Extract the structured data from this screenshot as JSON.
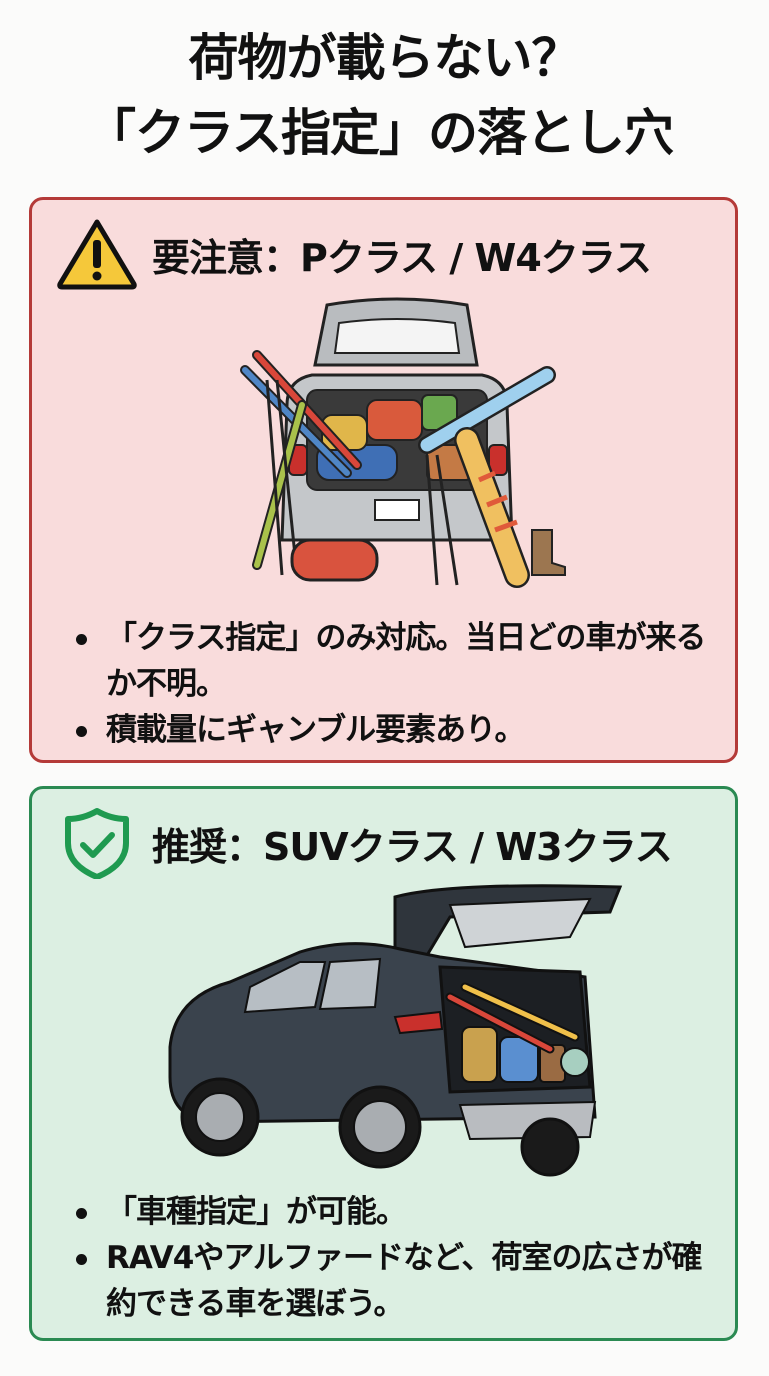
{
  "title": {
    "line1": "荷物が載らない？",
    "line2": "「クラス指定」の落とし穴"
  },
  "colors": {
    "warn_bg": "#f9dcdc",
    "warn_border": "#b43a38",
    "good_bg": "#dcefe2",
    "good_border": "#2a8a52",
    "warning_yellow": "#f5c83a",
    "shield_green": "#1f9a50"
  },
  "panels": {
    "warning": {
      "icon": "warning-triangle-icon",
      "heading": "要注意：Pクラス / W4クラス",
      "illustration": "compact-hatchback-overloaded-with-ski-gear",
      "bullets": [
        "「クラス指定」のみ対応。当日どの車が来るか不明。",
        "積載量にギャンブル要素あり。"
      ]
    },
    "recommended": {
      "icon": "shield-check-icon",
      "heading": "推奨：SUVクラス / W3クラス",
      "illustration": "suv-with-open-tailgate-and-ski-gear",
      "bullets": [
        "「車種指定」が可能。",
        "RAV4やアルファードなど、荷室の広さが確約できる車を選ぼう。"
      ]
    }
  }
}
